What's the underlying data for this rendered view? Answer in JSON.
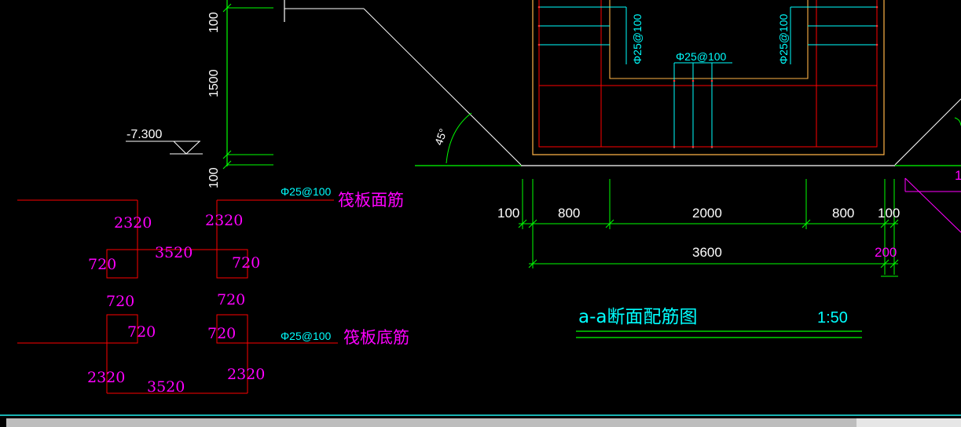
{
  "section_view": {
    "title": "a-a断面配筋图",
    "scale": "1:50",
    "level_mark": "-7.300",
    "angle_label": "45°",
    "vertical_dims": [
      "100",
      "1500",
      "100"
    ],
    "rebar_labels": [
      "Φ25@100",
      "Φ25@100",
      "Φ25@100"
    ],
    "horizontal_dims": [
      "100",
      "800",
      "2000",
      "800",
      "100"
    ],
    "total_dim": "3600",
    "side_dim": "200",
    "edge_digit": "1"
  },
  "rebar_detail": {
    "top_callout": "Φ25@100",
    "top_label": "筏板面筋",
    "bottom_callout": "Φ25@100",
    "bottom_label": "筏板底筋",
    "top_dims": {
      "left_leg": "2320",
      "right_leg": "2320",
      "middle": "3520",
      "left_hook": "720",
      "right_hook": "720"
    },
    "bottom_dims": {
      "left_hook_top": "720",
      "right_hook_top": "720",
      "left_inner": "720",
      "right_inner": "720",
      "left_leg": "2320",
      "right_leg": "2320",
      "middle": "3520"
    }
  },
  "colors": {
    "background": "#000000",
    "dimension": "#00ff00",
    "text": "#ffffff",
    "rebar_cyan": "#00ffff",
    "bar_red": "#ff0000",
    "magenta": "#ff00ff",
    "outline_orange": "#ffb347",
    "statusbar_accent": "#19b3b3"
  }
}
